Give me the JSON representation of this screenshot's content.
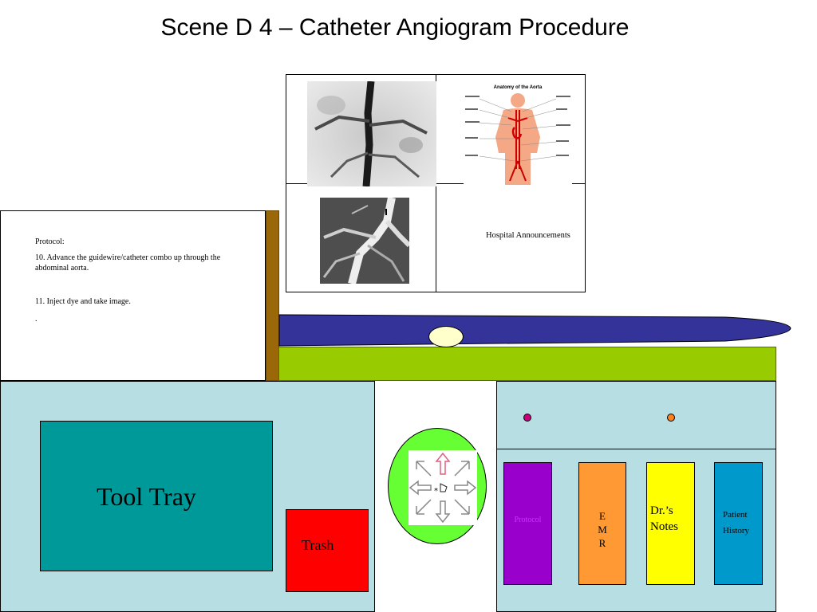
{
  "title": "Scene D 4 – Catheter Angiogram Procedure",
  "monitor": {
    "announcements": "Hospital Announcements",
    "anatomy_title": "Anatomy of the Aorta"
  },
  "protocol_panel": {
    "heading": "Protocol:",
    "step10": "10. Advance the guidewire/catheter combo up through the abdominal aorta.",
    "step11": "11. Inject dye and take image.",
    "trailing": "."
  },
  "tool_tray": "Tool Tray",
  "trash": "Trash",
  "binders": {
    "protocol": "Protocol",
    "emr": "E\nM\nR",
    "notes": "Dr.’s Notes",
    "history": "Patient History"
  },
  "colors": {
    "floor": "#b7dfe3",
    "tool_tray": "#009999",
    "trash": "#ff0000",
    "nav_circle": "#66ff33",
    "table_ellipse": "#333399",
    "table_bar": "#99cc00"
  }
}
